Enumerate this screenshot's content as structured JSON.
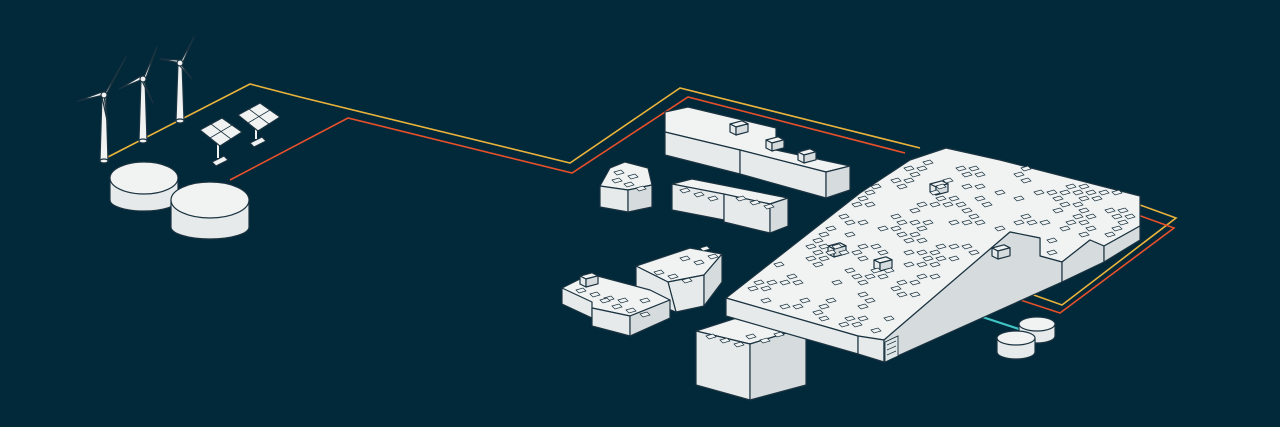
{
  "scene": {
    "background": "#02293a",
    "line_colors": {
      "wind_solar_line": "#eab33b",
      "biogas_line": "#e8502a",
      "tank_line": "#3fc6c4"
    },
    "elements": [
      "wind-turbine",
      "wind-turbine",
      "wind-turbine",
      "solar-tracker",
      "solar-tracker",
      "biogas-digester",
      "biogas-digester",
      "factory-main-hall",
      "factory-side-buildings",
      "storage-tank",
      "storage-tank"
    ]
  }
}
